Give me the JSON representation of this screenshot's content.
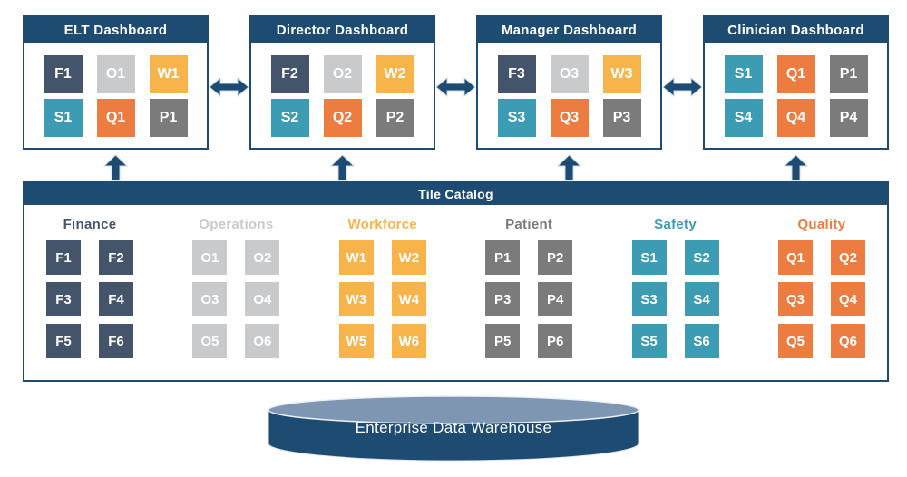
{
  "colors": {
    "navy": "#1e4b72",
    "finance": "#44546a",
    "operations": "#c8cacc",
    "workforce": "#f6b44b",
    "patient": "#7b7b7b",
    "safety": "#3b9cb4",
    "quality": "#ed7c41",
    "cylinder_top": "#7e96b2",
    "tile_text": "#ffffff"
  },
  "icons": {
    "sync_arrow": "block-arrow-left-right",
    "flow_up_arrow": "block-arrow-up",
    "warehouse": "database-cylinder"
  },
  "dashboards": [
    {
      "title": "ELT Dashboard",
      "tiles": [
        {
          "label": "F1",
          "category": "finance"
        },
        {
          "label": "O1",
          "category": "operations"
        },
        {
          "label": "W1",
          "category": "workforce"
        },
        {
          "label": "S1",
          "category": "safety"
        },
        {
          "label": "Q1",
          "category": "quality"
        },
        {
          "label": "P1",
          "category": "patient"
        }
      ]
    },
    {
      "title": "Director Dashboard",
      "tiles": [
        {
          "label": "F2",
          "category": "finance"
        },
        {
          "label": "O2",
          "category": "operations"
        },
        {
          "label": "W2",
          "category": "workforce"
        },
        {
          "label": "S2",
          "category": "safety"
        },
        {
          "label": "Q2",
          "category": "quality"
        },
        {
          "label": "P2",
          "category": "patient"
        }
      ]
    },
    {
      "title": "Manager Dashboard",
      "tiles": [
        {
          "label": "F3",
          "category": "finance"
        },
        {
          "label": "O3",
          "category": "operations"
        },
        {
          "label": "W3",
          "category": "workforce"
        },
        {
          "label": "S3",
          "category": "safety"
        },
        {
          "label": "Q3",
          "category": "quality"
        },
        {
          "label": "P3",
          "category": "patient"
        }
      ]
    },
    {
      "title": "Clinician Dashboard",
      "tiles": [
        {
          "label": "S1",
          "category": "safety"
        },
        {
          "label": "Q1",
          "category": "quality"
        },
        {
          "label": "P1",
          "category": "patient"
        },
        {
          "label": "S4",
          "category": "safety"
        },
        {
          "label": "Q4",
          "category": "quality"
        },
        {
          "label": "P4",
          "category": "patient"
        }
      ]
    }
  ],
  "catalog": {
    "title": "Tile Catalog",
    "groups": [
      {
        "name": "Finance",
        "category": "finance",
        "tiles": [
          "F1",
          "F2",
          "F3",
          "F4",
          "F5",
          "F6"
        ]
      },
      {
        "name": "Operations",
        "category": "operations",
        "tiles": [
          "O1",
          "O2",
          "O3",
          "O4",
          "O5",
          "O6"
        ]
      },
      {
        "name": "Workforce",
        "category": "workforce",
        "tiles": [
          "W1",
          "W2",
          "W3",
          "W4",
          "W5",
          "W6"
        ]
      },
      {
        "name": "Patient",
        "category": "patient",
        "tiles": [
          "P1",
          "P2",
          "P3",
          "P4",
          "P5",
          "P6"
        ]
      },
      {
        "name": "Safety",
        "category": "safety",
        "tiles": [
          "S1",
          "S2",
          "S3",
          "S4",
          "S5",
          "S6"
        ]
      },
      {
        "name": "Quality",
        "category": "quality",
        "tiles": [
          "Q1",
          "Q2",
          "Q3",
          "Q4",
          "Q5",
          "Q6"
        ]
      }
    ]
  },
  "warehouse": {
    "label": "Enterprise Data Warehouse"
  }
}
